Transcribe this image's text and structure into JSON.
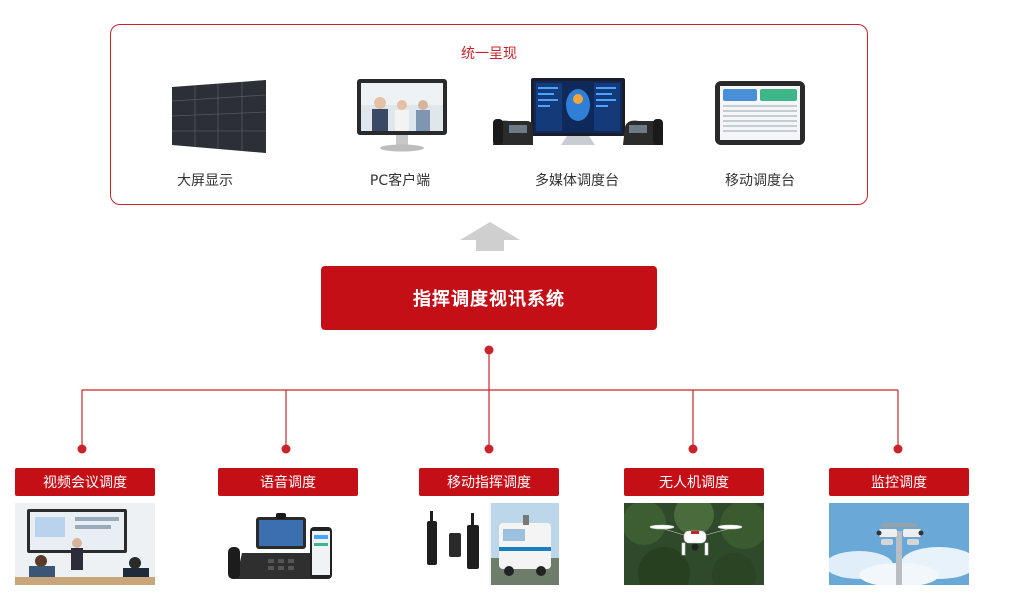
{
  "top_panel": {
    "title": "统一呈现",
    "items": [
      {
        "label": "大屏显示",
        "icon": "video-wall-icon"
      },
      {
        "label": "PC客户端",
        "icon": "pc-monitor-icon"
      },
      {
        "label": "多媒体调度台",
        "icon": "dispatch-console-icon"
      },
      {
        "label": "移动调度台",
        "icon": "tablet-icon"
      }
    ]
  },
  "core": {
    "label": "指挥调度视讯系统"
  },
  "subsystems": [
    {
      "label": "视频会议调度",
      "icon": "video-conference-icon"
    },
    {
      "label": "语音调度",
      "icon": "ip-phone-icon"
    },
    {
      "label": "移动指挥调度",
      "icon": "mobile-command-icon"
    },
    {
      "label": "无人机调度",
      "icon": "drone-icon"
    },
    {
      "label": "监控调度",
      "icon": "surveillance-camera-icon"
    }
  ],
  "colors": {
    "accent": "#c40f17",
    "border": "#c9242b",
    "arrow": "#cfcfcf",
    "line": "#c9242b"
  }
}
